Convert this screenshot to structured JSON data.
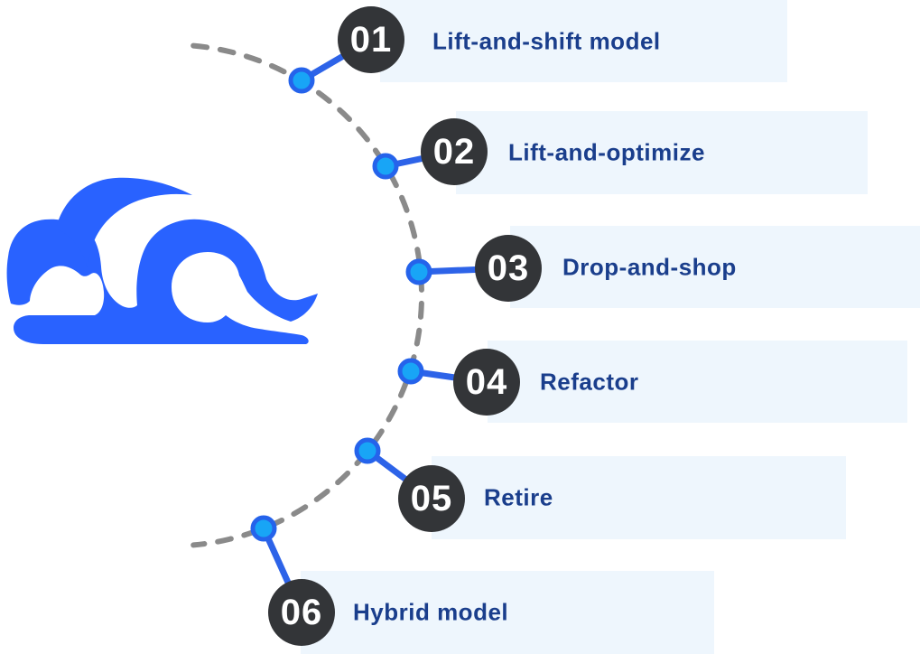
{
  "figure": {
    "type": "process-infographic",
    "icons": {
      "cloud": "cloud-icon"
    },
    "steps": [
      {
        "number": "01",
        "label": "Lift-and-shift model"
      },
      {
        "number": "02",
        "label": "Lift-and-optimize"
      },
      {
        "number": "03",
        "label": "Drop-and-shop"
      },
      {
        "number": "04",
        "label": "Refactor"
      },
      {
        "number": "05",
        "label": "Retire"
      },
      {
        "number": "06",
        "label": "Hybrid model"
      }
    ],
    "colors": {
      "cloud_blue": "#2962ff",
      "bar_background": "#eef6fd",
      "label_text": "#1a3e8c",
      "badge_background": "#333538",
      "badge_text": "#ffffff",
      "node_fill": "#18a5f6",
      "node_ring": "#2563eb",
      "connector_line": "#2d63e8",
      "arc_dash": "#8a8a8a"
    }
  }
}
